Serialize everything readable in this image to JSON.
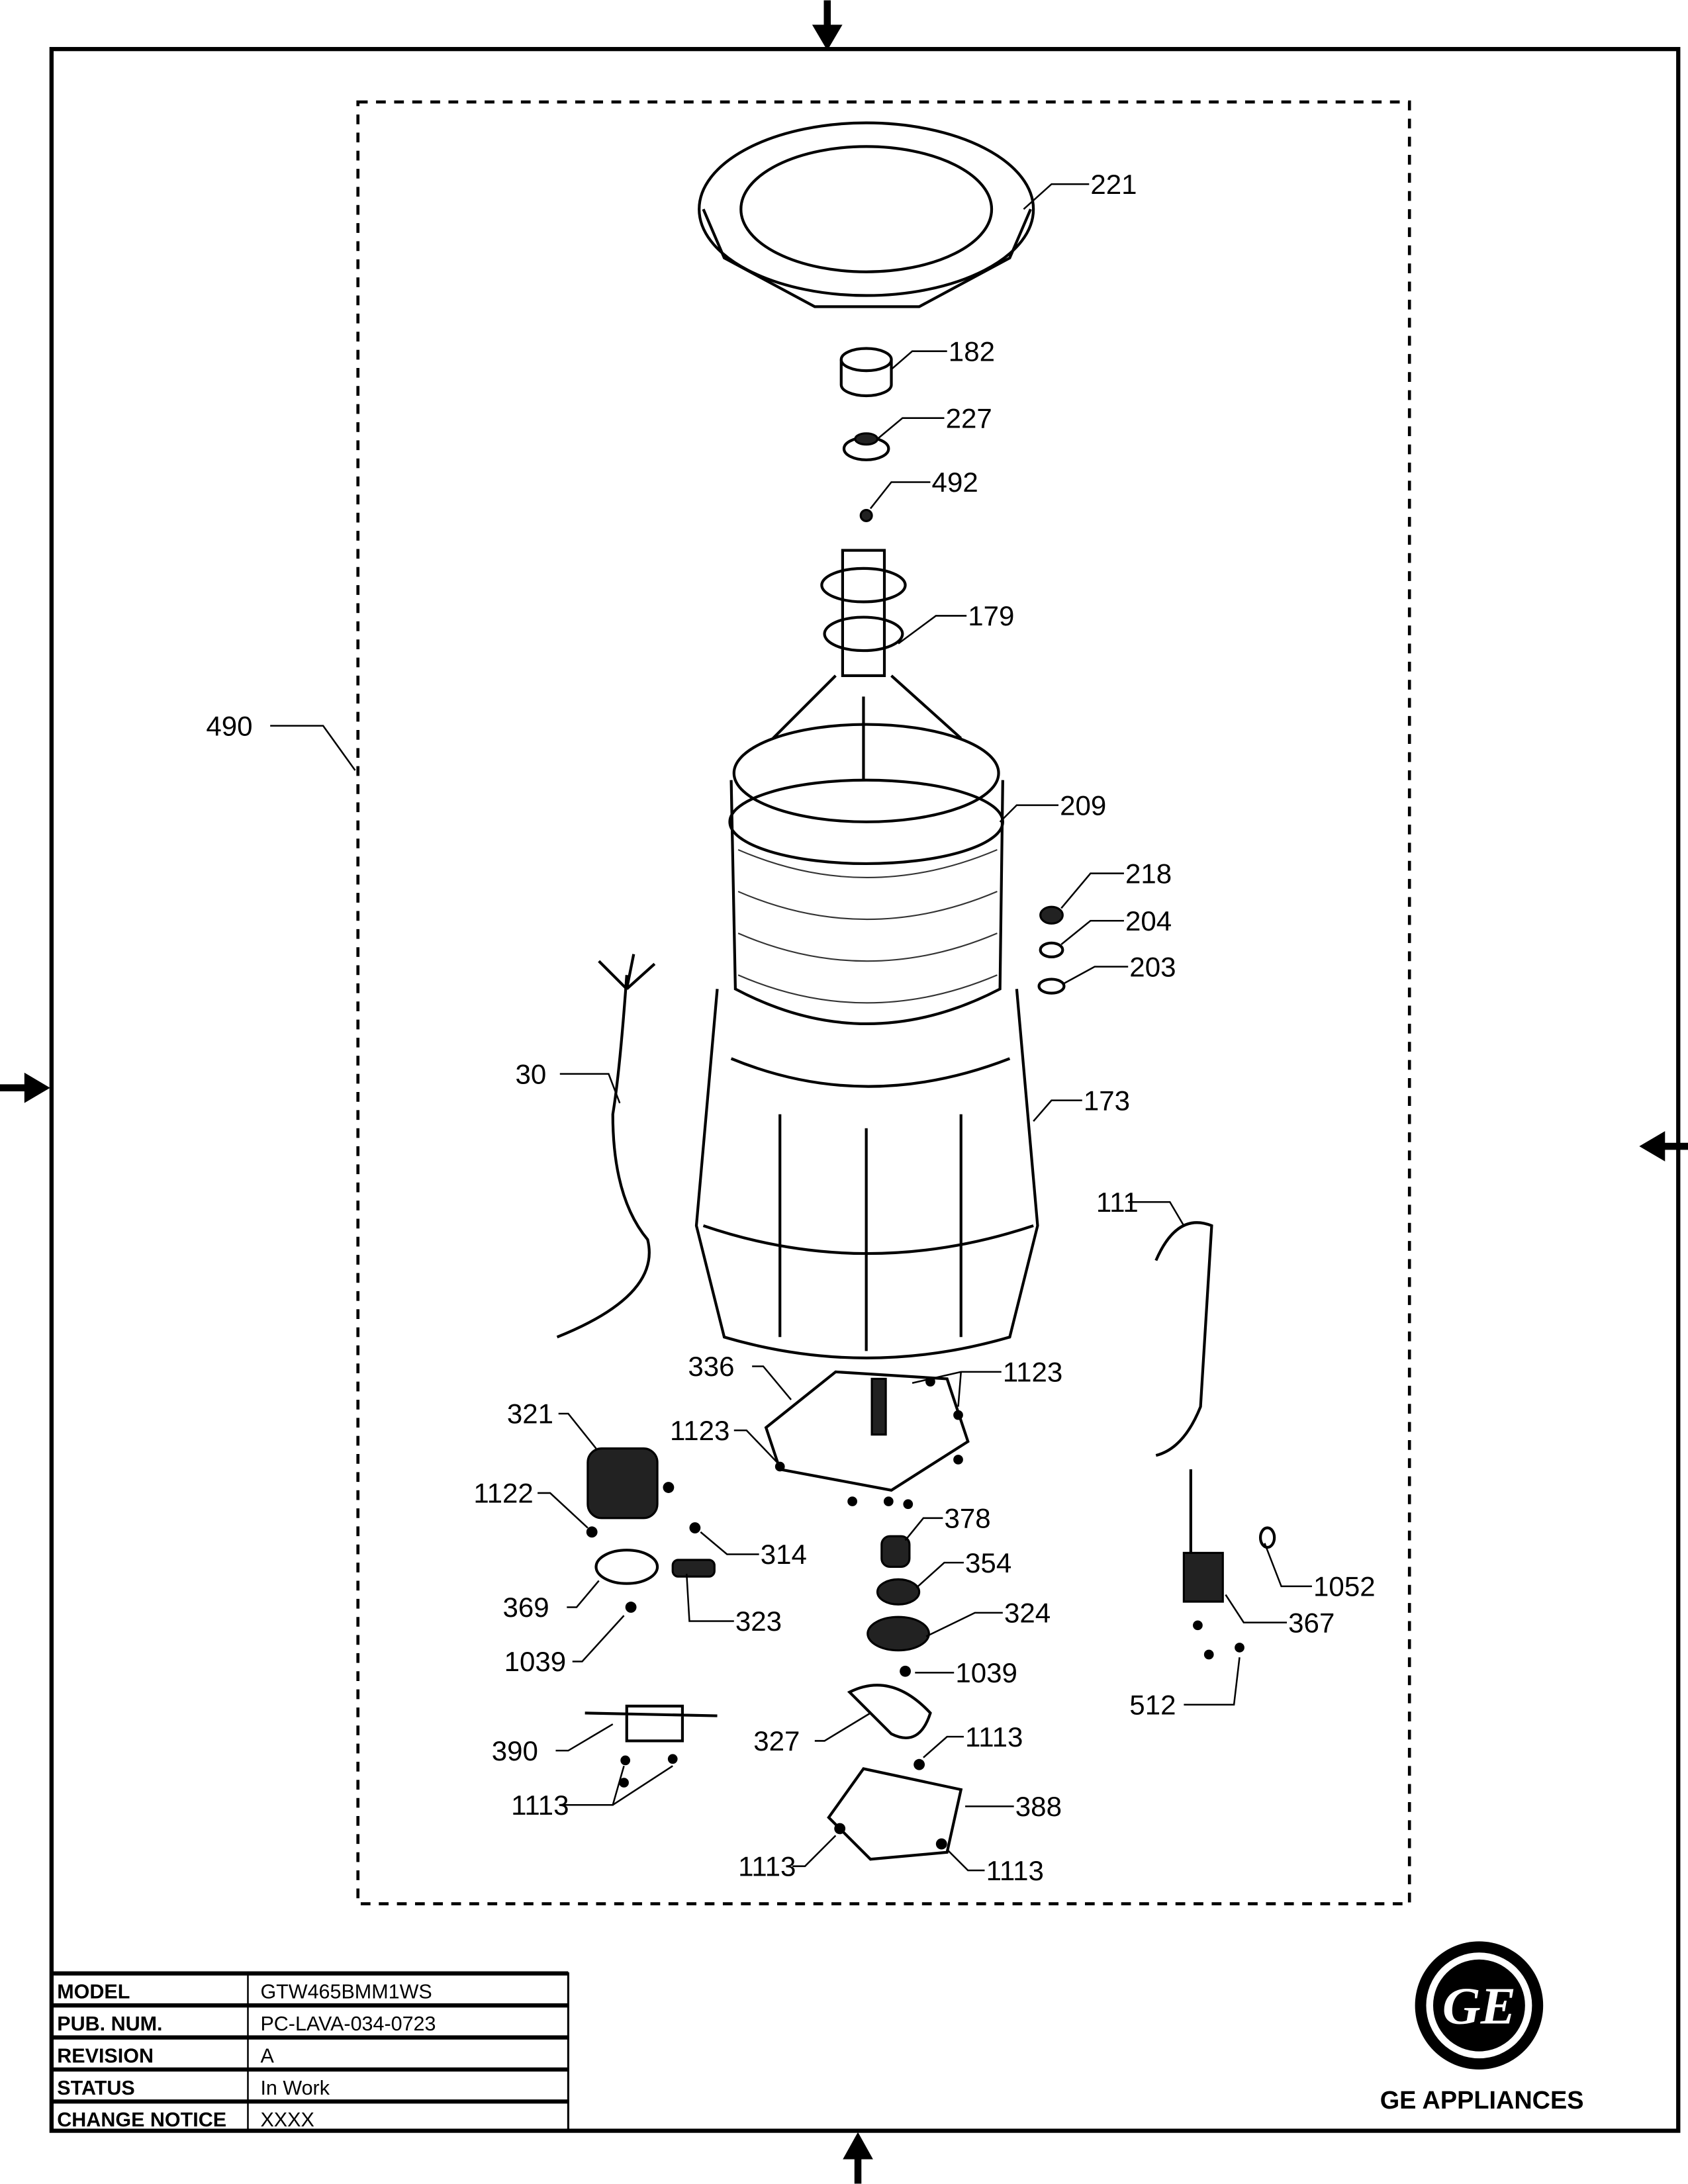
{
  "diagram": {
    "callouts": [
      "221",
      "182",
      "227",
      "492",
      "179",
      "490",
      "209",
      "218",
      "204",
      "203",
      "30",
      "173",
      "111",
      "336",
      "1123",
      "321",
      "1123",
      "1122",
      "378",
      "314",
      "354",
      "369",
      "1052",
      "324",
      "323",
      "367",
      "1039",
      "1039",
      "512",
      "327",
      "1113",
      "390",
      "388",
      "1113",
      "1113",
      "1113"
    ]
  },
  "title_block": {
    "rows": [
      {
        "label": "MODEL",
        "value": "GTW465BMM1WS"
      },
      {
        "label": "PUB. NUM.",
        "value": "PC-LAVA-034-0723"
      },
      {
        "label": "REVISION",
        "value": "A"
      },
      {
        "label": "STATUS",
        "value": "In Work"
      },
      {
        "label": "CHANGE NOTICE",
        "value": "XXXX"
      }
    ]
  },
  "brand": {
    "name": "GE APPLIANCES",
    "logo_text": "GE"
  }
}
